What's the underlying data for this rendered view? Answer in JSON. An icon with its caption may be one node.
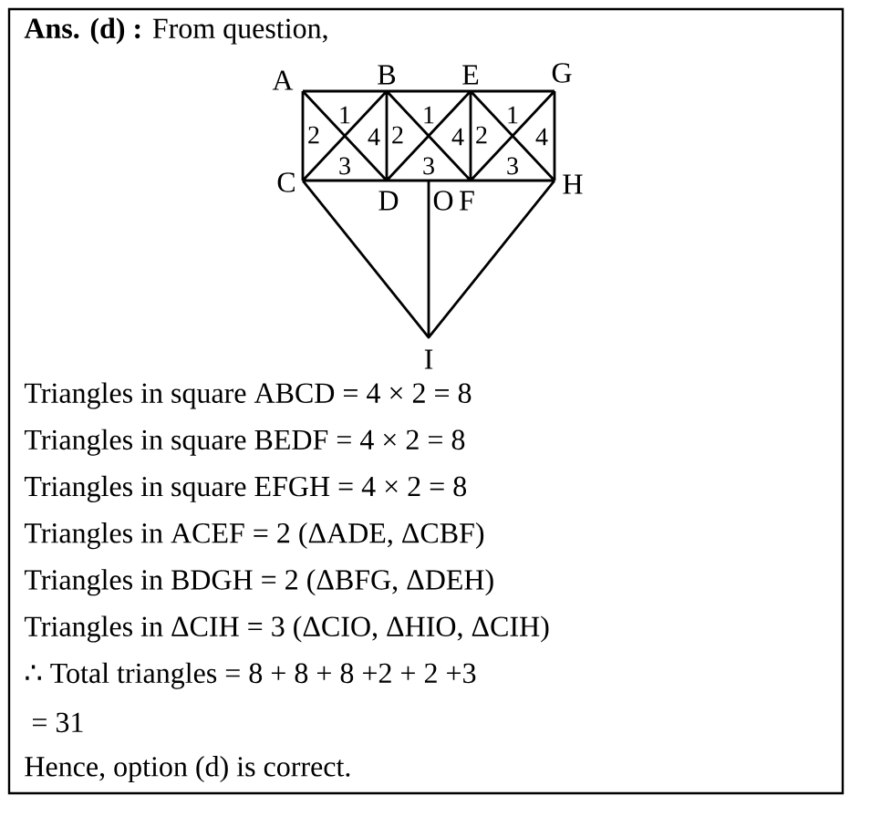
{
  "diagram": {
    "labels": [
      "**Ans. (d) :** From question,",
      "A",
      "B",
      "E",
      "G",
      "1",
      "1",
      "1",
      "2",
      "4",
      "2",
      "4",
      "2",
      "4",
      "3",
      "3",
      "3",
      "C",
      "D",
      "O",
      "F",
      "H",
      "I",
      "Triangles in square ABCD = 4 × 2 = 8",
      "Triangles in square BEDF = 4 × 2 = 8",
      "Triangles in square EFGH = 4 ×  2 = 8",
      "Triangles in ACEF = 2 (ΔADE, ΔCBF)",
      "Triangles in BDGH = 2 (ΔBFG, ΔDEH)",
      "Triangles in ΔCIH = 3 (ΔCIO, ΔHIO, ΔCIH)",
      "∴ Total triangles = 8 + 8 + 8 +2 + 2 +3",
      " = 31",
      "Hence, option (d) is correct."
    ]
  }
}
